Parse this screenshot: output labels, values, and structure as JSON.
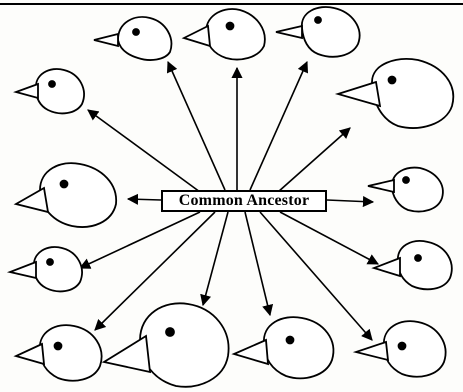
{
  "diagram": {
    "center_label": "Common Ancestor",
    "birds": [
      {
        "id": "top-1",
        "beak": "pointed"
      },
      {
        "id": "top-2",
        "beak": "large"
      },
      {
        "id": "top-3",
        "beak": "pointed"
      },
      {
        "id": "upper-left",
        "beak": "small"
      },
      {
        "id": "upper-right",
        "beak": "large"
      },
      {
        "id": "mid-left",
        "beak": "large"
      },
      {
        "id": "mid-right",
        "beak": "small"
      },
      {
        "id": "lower-left",
        "beak": "pointed"
      },
      {
        "id": "lower-right",
        "beak": "pointed"
      },
      {
        "id": "bottom-1",
        "beak": "pointed"
      },
      {
        "id": "bottom-2",
        "beak": "large"
      },
      {
        "id": "bottom-3",
        "beak": "pointed"
      },
      {
        "id": "bottom-4",
        "beak": "pointed"
      }
    ],
    "line_color": "#000000"
  }
}
